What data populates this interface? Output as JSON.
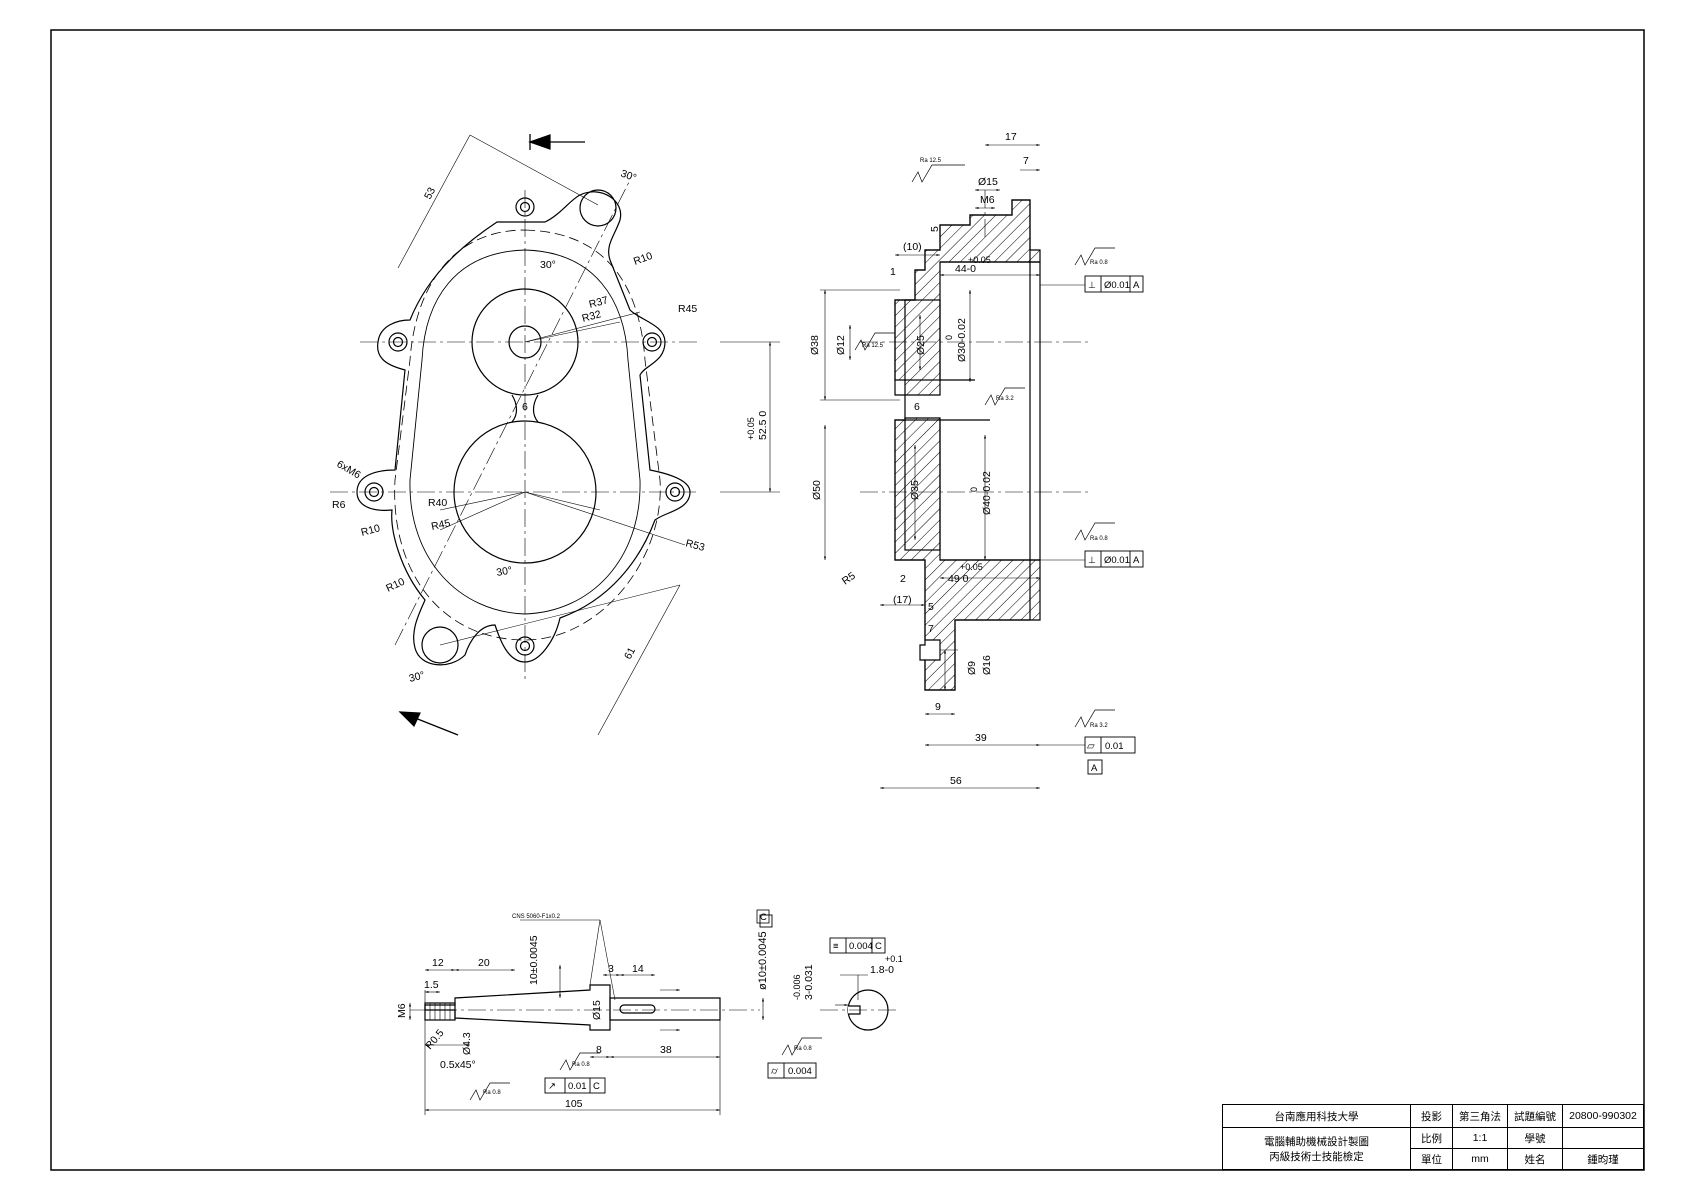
{
  "title_block": {
    "school": "台南應用科技大學",
    "title_line1": "電腦輔助機械設計製圖",
    "title_line2": "丙級技術士技能檢定",
    "projection_label": "投影",
    "projection_value": "第三角法",
    "scale_label": "比例",
    "scale_value": "1:1",
    "unit_label": "單位",
    "unit_value": "mm",
    "exam_no_label": "試題編號",
    "exam_no_value": "20800-990302",
    "seat_label": "學號",
    "seat_value": "",
    "name_label": "姓名",
    "name_value": "鍾昀瑾"
  },
  "front_view": {
    "dims": {
      "d53_top": "53",
      "a30_top": "30°",
      "a30_inner": "30°",
      "r10_top": "R10",
      "r37": "R37",
      "r32": "R32",
      "r45_top": "R45",
      "w6": "6",
      "h52_5": "52.5 0",
      "h52_tol": "+0.05",
      "thread": "6xM6",
      "r6": "R6",
      "r40": "R40",
      "r45_left": "R45",
      "r10_left": "R10",
      "r10_bottom": "R10",
      "r53": "R53",
      "a30_mid": "30°",
      "a30_bottom": "30°",
      "d61": "61"
    }
  },
  "side_view": {
    "dims": {
      "d17": "17",
      "d7": "7",
      "ra125_top": "Ra 12.5",
      "dia15": "Ø15",
      "m6": "M6",
      "d5_top": "5",
      "d10": "(10)",
      "d44_tol": "+0.05",
      "d44": "44-0",
      "d1": "1",
      "ra08_top": "Ra 0.8",
      "gdt_top": "Ø0.01",
      "datum_a": "A",
      "d38": "Ø38",
      "d12": "Ø12",
      "ra125_mid": "Ra 12.5",
      "d25": "Ø25",
      "d30": "0",
      "d30b": "Ø30-0.02",
      "d6": "6",
      "ra32": "Ra 3.2",
      "d50": "Ø50",
      "d35": "Ø35",
      "d40": "0",
      "d40b": "Ø40-0.02",
      "ra08_mid": "Ra 0.8",
      "gdt_mid": "Ø0.01",
      "d49_tol": "+0.05",
      "d49": "49 0",
      "r5": "R5",
      "d2": "2",
      "d17b": "(17)",
      "d5_bot": "5",
      "d7b": "7",
      "d9": "Ø9",
      "d16": "Ø16",
      "d9b": "9",
      "ra32_b": "Ra 3.2",
      "gdt_bot": "0.01",
      "d39": "39",
      "d56": "56"
    }
  },
  "shaft_view": {
    "dims": {
      "cns": "CNS 5060-F1x0.2",
      "d12": "12",
      "d20": "20",
      "d1_5": "1.5",
      "m6": "M6",
      "d10": "10±0.0045",
      "d3": "3",
      "d14": "14",
      "dia15": "Ø15",
      "tol_top": "ø10±0.0045",
      "datum_c": "C",
      "r05": "R0.5",
      "d43": "Ø4.3",
      "chamfer": "0.5x45°",
      "d8": "8",
      "d38": "38",
      "ra08_a": "Ra 0.8",
      "gdt_a": "0.01",
      "ra08_b": "Ra 0.8",
      "gdt_b": "0.004",
      "ra08_c": "Ra 0.8",
      "d105": "105",
      "sym": "0.004",
      "key_tol": "+0.1",
      "key_w": "1.8-0",
      "key_h1": "-0.006",
      "key_h2": "3-0.031"
    }
  }
}
